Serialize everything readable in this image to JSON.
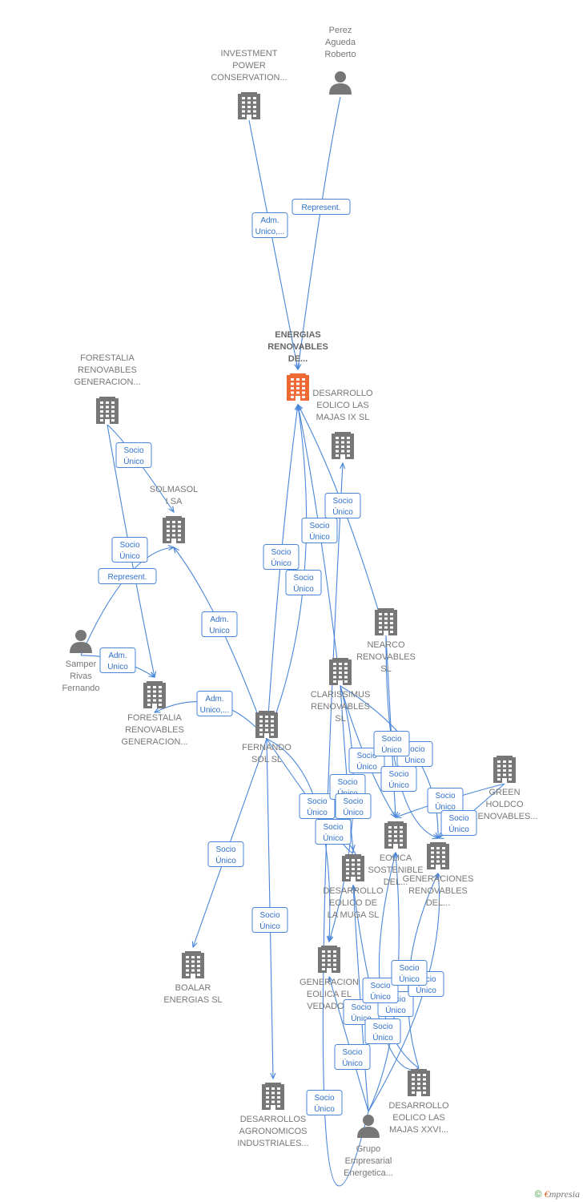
{
  "colors": {
    "edge": "#4a86d8",
    "node": "#777777",
    "center": "#ef6a35"
  },
  "nodes": [
    {
      "id": "investment",
      "type": "company",
      "lines": [
        "INVESTMENT",
        "POWER",
        "CONSERVATION..."
      ]
    },
    {
      "id": "perez",
      "type": "person",
      "lines": [
        "Perez",
        "Agueda",
        "Roberto"
      ]
    },
    {
      "id": "energias",
      "type": "center",
      "lines": [
        "ENERGIAS",
        "RENOVABLES",
        "DE..."
      ]
    },
    {
      "id": "forestalia1",
      "type": "company",
      "lines": [
        "FORESTALIA",
        "RENOVABLES",
        "GENERACION..."
      ]
    },
    {
      "id": "majas9",
      "type": "company",
      "lines": [
        "DESARROLLO",
        "EOLICO LAS",
        "MAJAS IX  SL"
      ]
    },
    {
      "id": "solmasol",
      "type": "company",
      "lines": [
        "SOLMASOL",
        "I SA"
      ]
    },
    {
      "id": "samper",
      "type": "person",
      "lines": [
        "Samper",
        "Rivas",
        "Fernando"
      ]
    },
    {
      "id": "forestalia2",
      "type": "company",
      "lines": [
        "FORESTALIA",
        "RENOVABLES",
        "GENERACION..."
      ]
    },
    {
      "id": "nearco",
      "type": "company",
      "lines": [
        "NEARCO",
        "RENOVABLES",
        "SL"
      ]
    },
    {
      "id": "clarissimus",
      "type": "company",
      "lines": [
        "CLARISSIMUS",
        "RENOVABLES",
        "SL"
      ]
    },
    {
      "id": "fernando",
      "type": "company",
      "lines": [
        "FERNANDO",
        "SOL SL"
      ]
    },
    {
      "id": "green",
      "type": "company",
      "lines": [
        "GREEN",
        "HOLDCO",
        "RENOVABLES..."
      ]
    },
    {
      "id": "eolica",
      "type": "company",
      "lines": [
        "EOLICA",
        "SOSTENIBLE",
        "DEL..."
      ]
    },
    {
      "id": "generaciones",
      "type": "company",
      "lines": [
        "GENERACIONES",
        "RENOVABLES",
        "DEL..."
      ]
    },
    {
      "id": "muga",
      "type": "company",
      "lines": [
        "DESARROLLO",
        "EOLICO DE",
        "LA MUGA SL"
      ]
    },
    {
      "id": "boalar",
      "type": "company",
      "lines": [
        "BOALAR",
        "ENERGIAS  SL"
      ]
    },
    {
      "id": "vedado",
      "type": "company",
      "lines": [
        "GENERACION",
        "EOLICA EL",
        "VEDADO..."
      ]
    },
    {
      "id": "agronomicos",
      "type": "company",
      "lines": [
        "DESARROLLOS",
        "AGRONOMICOS",
        "INDUSTRIALES..."
      ]
    },
    {
      "id": "majas26",
      "type": "company",
      "lines": [
        "DESARROLLO",
        "EOLICO LAS",
        "MAJAS XXVI..."
      ]
    },
    {
      "id": "grupo",
      "type": "person",
      "lines": [
        "Grupo",
        "Empresarial",
        "Energetica..."
      ]
    }
  ],
  "edges": [
    {
      "from": "investment",
      "to": "energias",
      "lines": [
        "Adm.",
        "Unico,..."
      ]
    },
    {
      "from": "perez",
      "to": "energias",
      "lines": [
        "Represent."
      ]
    },
    {
      "from": "forestalia1",
      "to": "solmasol",
      "lines": [
        "Socio",
        "Único"
      ]
    },
    {
      "from": "forestalia1",
      "to": "forestalia2",
      "lines": [
        "Socio",
        "Único"
      ]
    },
    {
      "from": "samper",
      "to": "solmasol",
      "lines": [
        "Represent."
      ]
    },
    {
      "from": "samper",
      "to": "forestalia2",
      "lines": [
        "Adm.",
        "Unico"
      ]
    },
    {
      "from": "fernando",
      "to": "solmasol",
      "lines": [
        "Adm.",
        "Unico"
      ]
    },
    {
      "from": "fernando",
      "to": "forestalia2",
      "lines": [
        "Adm.",
        "Unico,..."
      ]
    },
    {
      "from": "fernando",
      "to": "energias",
      "lines": [
        "Socio",
        "Único"
      ]
    },
    {
      "from": "fernando",
      "to": "energias",
      "lines": [
        "Socio",
        "Único"
      ]
    },
    {
      "from": "clarissimus",
      "to": "energias",
      "lines": [
        "Socio",
        "Único"
      ]
    },
    {
      "from": "nearco",
      "to": "energias",
      "lines": [
        "Socio",
        "Único"
      ]
    },
    {
      "from": "fernando",
      "to": "boalar",
      "lines": [
        "Socio",
        "Único"
      ]
    },
    {
      "from": "fernando",
      "to": "agronomicos",
      "lines": [
        "Socio",
        "Único"
      ]
    },
    {
      "from": "fernando",
      "to": "muga",
      "lines": [
        "Socio",
        "Único"
      ]
    },
    {
      "from": "fernando",
      "to": "vedado",
      "lines": [
        "Socio",
        "Único"
      ]
    },
    {
      "from": "clarissimus",
      "to": "eolica",
      "lines": [
        "Socio",
        "Único"
      ]
    },
    {
      "from": "clarissimus",
      "to": "generaciones",
      "lines": [
        "Socio",
        "Único"
      ]
    },
    {
      "from": "nearco",
      "to": "eolica",
      "lines": [
        "Socio",
        "Único"
      ]
    },
    {
      "from": "nearco",
      "to": "generaciones",
      "lines": [
        "Socio",
        "Único"
      ]
    },
    {
      "from": "green",
      "to": "eolica",
      "lines": [
        "Socio",
        "Único"
      ]
    },
    {
      "from": "green",
      "to": "generaciones",
      "lines": [
        "Socio",
        "Único"
      ]
    },
    {
      "from": "clarissimus",
      "to": "muga",
      "lines": [
        "Socio",
        "Único"
      ]
    },
    {
      "from": "clarissimus",
      "to": "vedado",
      "lines": [
        "Socio",
        "Único"
      ]
    },
    {
      "from": "grupo",
      "to": "vedado",
      "lines": [
        "Socio",
        "Único"
      ]
    },
    {
      "from": "grupo",
      "to": "muga",
      "lines": [
        "Socio",
        "Único"
      ]
    },
    {
      "from": "grupo",
      "to": "eolica",
      "lines": [
        "Socio",
        "Único"
      ]
    },
    {
      "from": "grupo",
      "to": "generaciones",
      "lines": [
        "Socio",
        "Único"
      ]
    },
    {
      "from": "majas26",
      "to": "eolica",
      "lines": [
        "Socio",
        "Único"
      ]
    },
    {
      "from": "majas26",
      "to": "generaciones",
      "lines": [
        "Socio",
        "Único"
      ]
    },
    {
      "from": "majas26",
      "to": "muga",
      "lines": [
        "Socio",
        "Único"
      ]
    },
    {
      "from": "grupo",
      "to": "majas9",
      "lines": [
        "Socio",
        "Único"
      ]
    }
  ],
  "footer": {
    "symbol": "©",
    "brand_initial": "€",
    "brand_rest": "mpresia"
  }
}
